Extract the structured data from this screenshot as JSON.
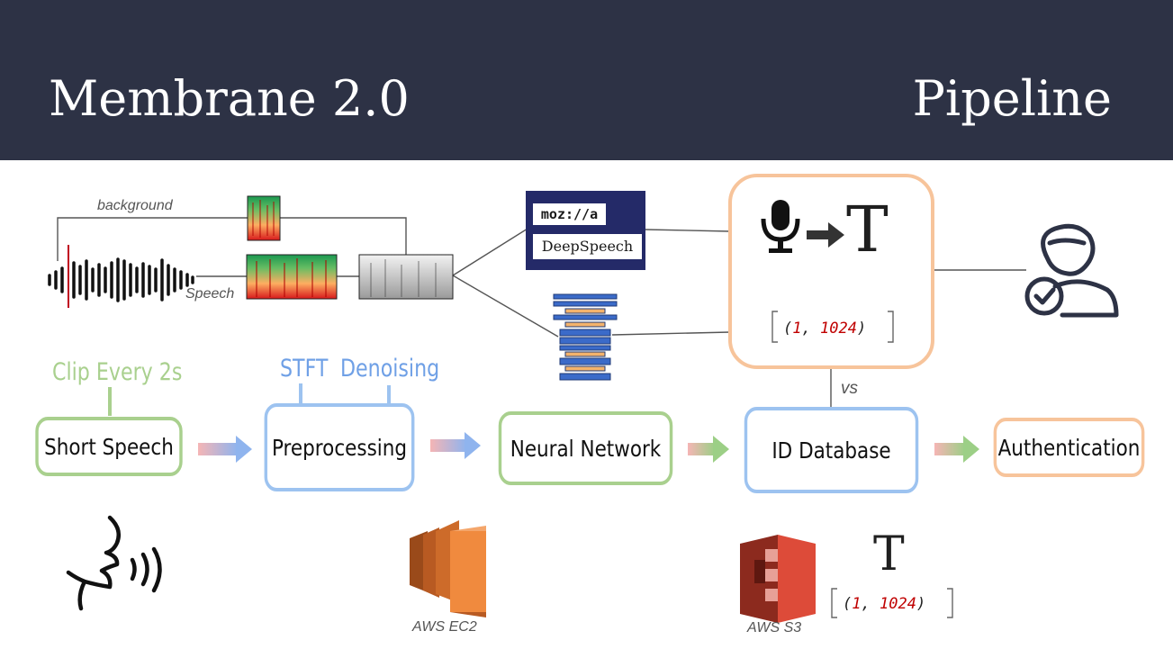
{
  "header": {
    "title_left": "Membrane 2.0",
    "title_right": "Pipeline"
  },
  "audio_section": {
    "background_label": "background",
    "speech_label": "Speech"
  },
  "deepspeech": {
    "logo_text": "moz://a",
    "name": "DeepSpeech"
  },
  "embedding": {
    "tuple_open": "(",
    "dim_a": "1",
    "sep": ", ",
    "dim_b": "1024",
    "tuple_close": ")",
    "transcript_glyph": "T"
  },
  "vs_label": "vs",
  "annotations": {
    "clip": "Clip Every 2s",
    "stft": "STFT",
    "denoising": "Denoising"
  },
  "pipeline_steps": [
    {
      "label": "Short Speech",
      "color": "#a9d08e"
    },
    {
      "label": "Preprocessing",
      "color": "#9dc3f0"
    },
    {
      "label": "Neural Network",
      "color": "#a9d08e"
    },
    {
      "label": "ID Database",
      "color": "#9dc3f0"
    },
    {
      "label": "Authentication",
      "color": "#f7c49b"
    }
  ],
  "services": {
    "ec2": "AWS EC2",
    "s3": "AWS S3"
  },
  "icons": [
    "speaking-head-icon",
    "aws-ec2-icon",
    "aws-s3-icon",
    "microphone-icon",
    "user-verified-icon"
  ]
}
